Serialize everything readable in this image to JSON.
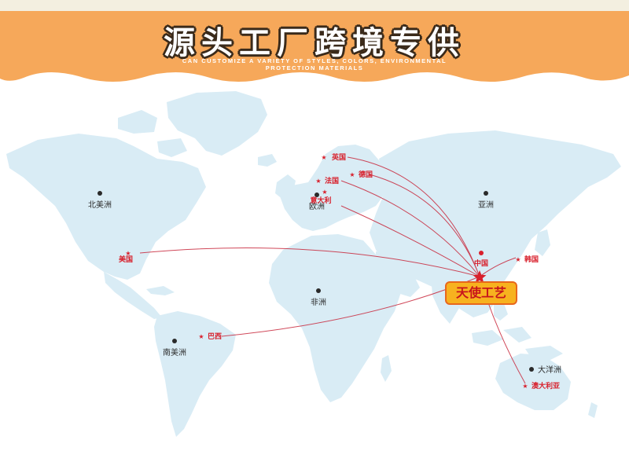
{
  "header": {
    "title": "源头工厂跨境专供",
    "subtitle_line1": "CAN CUSTOMIZE A VARIETY OF STYLES, COLORS, ENVIRONMENTAL",
    "subtitle_line2": "PROTECTION MATERIALS"
  },
  "colors": {
    "banner": "#f6a85a",
    "continent": "#d9ecf5",
    "route": "#c8283c",
    "marker": "#d8202c",
    "badge_fill": "#f7b21f",
    "badge_border": "#e8671c"
  },
  "map": {
    "continents": [
      {
        "name": "北美洲"
      },
      {
        "name": "欧洲"
      },
      {
        "name": "亚洲"
      },
      {
        "name": "非洲"
      },
      {
        "name": "南美洲"
      },
      {
        "name": "大洋洲"
      }
    ],
    "countries": [
      {
        "name": "英国"
      },
      {
        "name": "德国"
      },
      {
        "name": "法国"
      },
      {
        "name": "意大利"
      },
      {
        "name": "美国"
      },
      {
        "name": "巴西"
      },
      {
        "name": "中国"
      },
      {
        "name": "韩国"
      },
      {
        "name": "澳大利亚"
      }
    ],
    "origin_label": "天使工艺"
  }
}
